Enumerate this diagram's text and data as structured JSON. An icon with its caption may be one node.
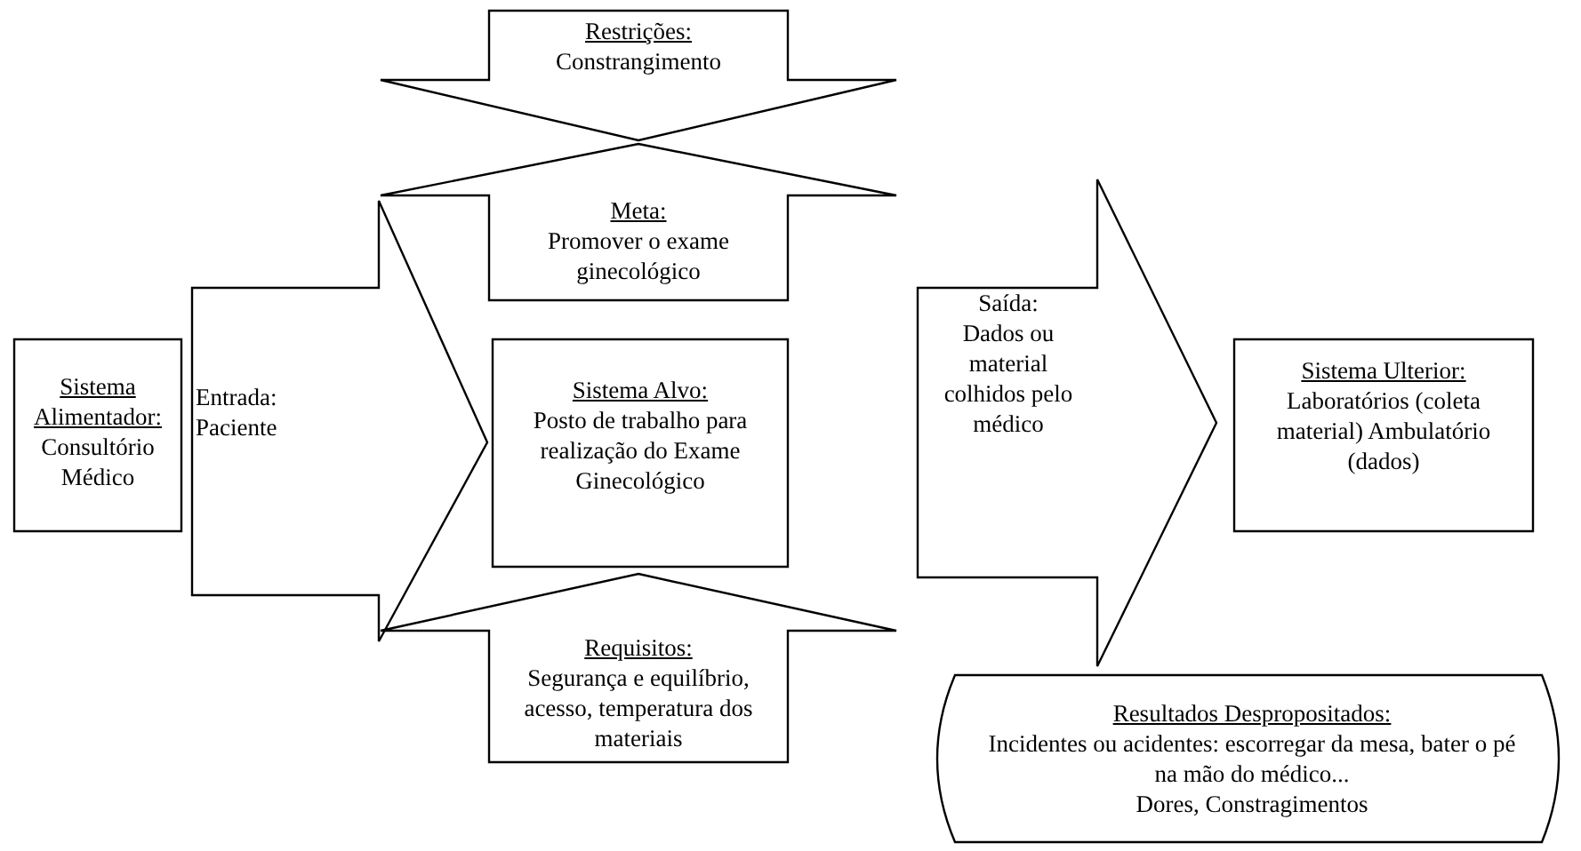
{
  "diagram": {
    "nodes": [
      {
        "text": [
          "Restrições:",
          "Constrangimento"
        ]
      },
      {
        "text": [
          "Meta:",
          "Promover o exame ginecológico"
        ]
      },
      {
        "text": [
          "Sistema Alimentador:",
          "Consultório Médico"
        ]
      },
      {
        "text": [
          "Entrada:",
          "Paciente"
        ]
      },
      {
        "text": [
          "Sistema Alvo:",
          "Posto de trabalho para realização do Exame Ginecológico"
        ]
      },
      {
        "text": [
          "Saída:",
          "Dados ou material colhidos pelo médico"
        ]
      },
      {
        "text": [
          "Sistema Ulterior:",
          "Laboratórios (coleta material) Ambulatório (dados)"
        ]
      },
      {
        "text": [
          "Requisitos:",
          "Segurança e equilíbrio, acesso, temperatura dos materiais"
        ]
      },
      {
        "text": [
          "Resultados Despropositados:",
          "Incidentes ou acidentes:  escorregar da mesa, bater o pé na mão do médico...",
          "Dores, Constragimentos"
        ]
      }
    ],
    "edges": []
  }
}
